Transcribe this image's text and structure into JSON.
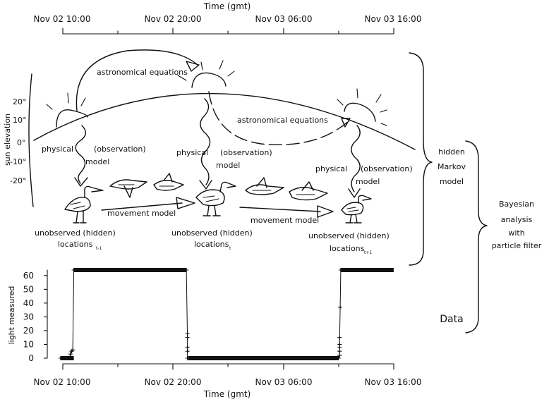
{
  "top_axis": {
    "title": "Time (gmt)",
    "ticks": [
      "Nov 02 10:00",
      "Nov 02 20:00",
      "Nov 03 06:00",
      "Nov 03 16:00"
    ]
  },
  "sun_axis": {
    "label": "sun elevation",
    "ticks": [
      "20°",
      "10°",
      "0°",
      "-10°",
      "-20°"
    ]
  },
  "diagram": {
    "astro_1": "astronomical equations",
    "astro_2": "astronomical equations",
    "phys_1": "physical",
    "obs_1": "(observation)",
    "model_1": "model",
    "phys_2": "physical",
    "obs_2": "(observation)",
    "model_2": "model",
    "phys_3": "physical",
    "obs_3": "(observation)",
    "model_3": "model",
    "move_1": "movement model",
    "move_2": "movement model",
    "loc_1a": "unobserved (hidden)",
    "loc_1b": "locations",
    "loc_1s": "t-1",
    "loc_2a": "unobserved (hidden)",
    "loc_2b": "locations",
    "loc_2s": "t",
    "loc_3a": "unobserved (hidden)",
    "loc_3b": "locations",
    "loc_3s": "t+1"
  },
  "braces": {
    "hmm_1": "hidden",
    "hmm_2": "Markov",
    "hmm_3": "model",
    "bay_1": "Bayesian",
    "bay_2": "analysis",
    "bay_3": "with",
    "bay_4": "particle filter",
    "data": "Data"
  },
  "chart_data": {
    "type": "line",
    "title": "",
    "xlabel": "Time (gmt)",
    "ylabel": "light measured",
    "x_ticks": [
      "Nov 02 10:00",
      "Nov 02 20:00",
      "Nov 03 06:00",
      "Nov 03 16:00"
    ],
    "ylim": [
      0,
      64
    ],
    "y_ticks": [
      0,
      10,
      20,
      30,
      40,
      50,
      60
    ],
    "series": [
      {
        "x_hours": [
          -0.2,
          0.4,
          0.4,
          0.45,
          0.5,
          0.6,
          0.7,
          0.8,
          0.9,
          1.0,
          11.2,
          11.3,
          11.3,
          11.3,
          11.3,
          11.3,
          11.4,
          11.5,
          11.6,
          11.7,
          11.8,
          11.9,
          25.0,
          25.1,
          25.1,
          25.1,
          25.1,
          25.1,
          25.15,
          25.2,
          25.3,
          25.5,
          25.6,
          25.7,
          25.8,
          26.4
        ],
        "values": [
          0,
          0,
          0,
          0,
          0,
          0,
          3,
          5,
          6,
          64,
          64,
          15,
          18,
          8,
          5,
          0,
          0,
          0,
          0,
          0,
          0,
          0,
          0,
          2,
          5,
          8,
          10,
          15,
          37,
          64,
          64,
          64,
          64,
          64,
          64,
          64
        ]
      }
    ]
  }
}
